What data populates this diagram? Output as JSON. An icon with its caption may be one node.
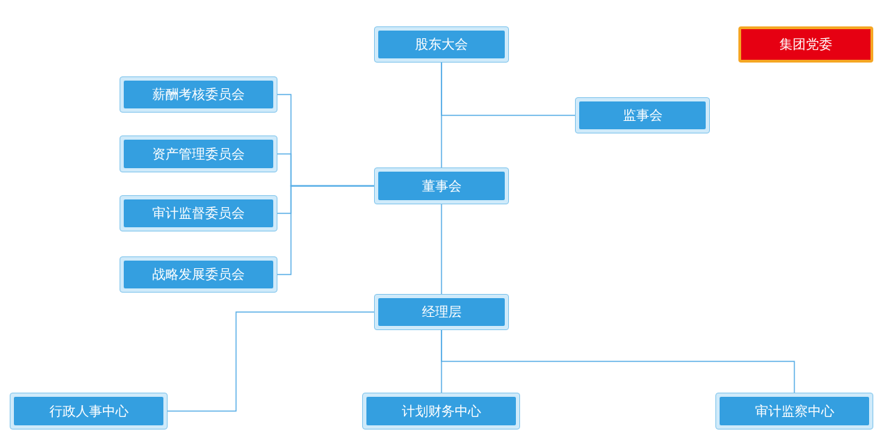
{
  "diagram": {
    "nodes": [
      {
        "text": [
          "股东大会"
        ]
      },
      {
        "text": [
          "集团党委"
        ]
      },
      {
        "text": [
          "薪酬考核委员会"
        ]
      },
      {
        "text": [
          "资产管理委员会"
        ]
      },
      {
        "text": [
          "监事会"
        ]
      },
      {
        "text": [
          "董事会"
        ]
      },
      {
        "text": [
          "审计监督委员会"
        ]
      },
      {
        "text": [
          "战略发展委员会"
        ]
      },
      {
        "text": [
          "经理层"
        ]
      },
      {
        "text": [
          "行政人事中心"
        ]
      },
      {
        "text": [
          "计划财务中心"
        ]
      },
      {
        "text": [
          "审计监察中心"
        ]
      }
    ],
    "edges": [
      {
        "from": 0,
        "to": 5,
        "arrow": "none"
      },
      {
        "from": 0,
        "to": 4,
        "arrow": "none"
      },
      {
        "from": 5,
        "to": 2,
        "arrow": "none"
      },
      {
        "from": 5,
        "to": 3,
        "arrow": "none"
      },
      {
        "from": 5,
        "to": 6,
        "arrow": "none"
      },
      {
        "from": 5,
        "to": 7,
        "arrow": "none"
      },
      {
        "from": 5,
        "to": 8,
        "arrow": "none"
      },
      {
        "from": 8,
        "to": 9,
        "arrow": "none"
      },
      {
        "from": 8,
        "to": 10,
        "arrow": "none"
      },
      {
        "from": 8,
        "to": 11,
        "arrow": "none"
      }
    ]
  }
}
